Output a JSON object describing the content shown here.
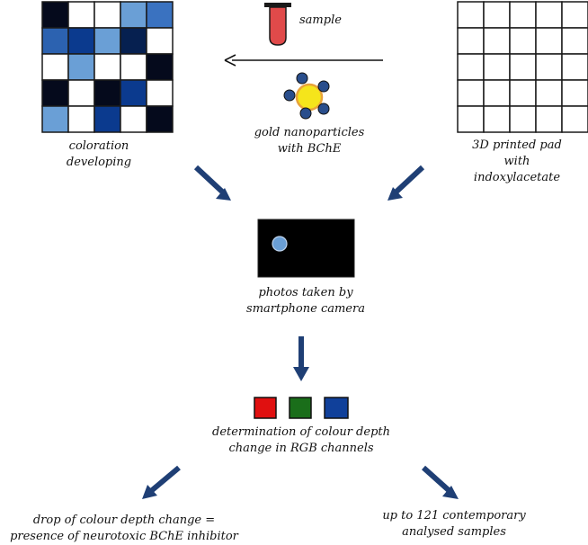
{
  "labels": {
    "sample": "sample",
    "nanoparticles_line1": "gold nanoparticles",
    "nanoparticles_line2": "with BChE",
    "coloration_line1": "coloration",
    "coloration_line2": "developing",
    "pad_line1": "3D printed pad",
    "pad_line2": "with",
    "pad_line3": "indoxylacetate",
    "photos_line1": "photos taken by",
    "photos_line2": "smartphone camera",
    "rgb_line1": "determination of colour depth",
    "rgb_line2": "change in RGB channels",
    "drop_line1": "drop of colour depth change =",
    "drop_line2": "presence of neurotoxic BChE inhibitor",
    "samples_line1": "up to 121 contemporary",
    "samples_line2": "analysed samples"
  },
  "colors": {
    "arrow": "#1f3f75",
    "tube": "#e04a4a",
    "gold": "#f5e51b",
    "gold_ring": "#e8a33a",
    "enzyme": "#2a4e8c",
    "phone_screen": "#000000",
    "phone_dot": "#6a9fd6",
    "red_channel": "#e01010",
    "green_channel": "#1a6e1a",
    "blue_channel": "#10409a"
  },
  "coloration_grid": [
    [
      "#050a1c",
      "#ffffff",
      "#ffffff",
      "#6a9fd6",
      "#3a72c0"
    ],
    [
      "#2c62b0",
      "#0b3a8e",
      "#6a9fd6",
      "#062050",
      "#ffffff"
    ],
    [
      "#ffffff",
      "#6a9fd6",
      "#ffffff",
      "#ffffff",
      "#050a1c"
    ],
    [
      "#050a1c",
      "#ffffff",
      "#050a1c",
      "#0b3a8e",
      "#ffffff"
    ],
    [
      "#6a9fd6",
      "#ffffff",
      "#0b3a8e",
      "#ffffff",
      "#050a1c"
    ]
  ]
}
